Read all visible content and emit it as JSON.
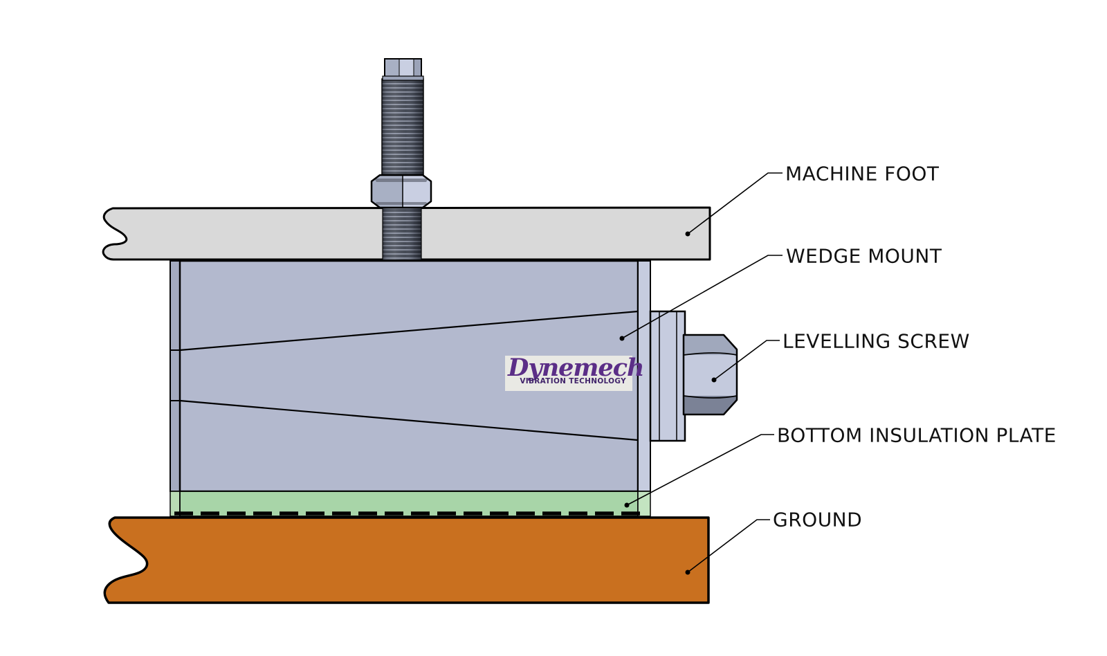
{
  "diagram": {
    "type": "technical-illustration",
    "subject": "wedge mount installation cross-section",
    "labels": {
      "machine_foot": "MACHINE FOOT",
      "wedge_mount": "WEDGE MOUNT",
      "levelling_screw": "LEVELLING SCREW",
      "bottom_insulation_plate": "BOTTOM INSULATION PLATE",
      "ground": "GROUND"
    },
    "logo": {
      "name": "Dynemech",
      "tagline": "VIBRATION TECHNOLOGY"
    },
    "colors": {
      "machine_foot": "#d9d9d9",
      "wedge_body": "#b3b9ce",
      "wedge_body_edge": "#a4abc0",
      "side_plate": "#c6ccdf",
      "bolt_light": "#c9cfe2",
      "bolt_facet_left": "#a8b0c4",
      "bolt_facet_right": "#9ba3b8",
      "hex_band_top": "#a0a8bc",
      "hex_band_mid": "#c4cadd",
      "hex_band_bottom": "#7b8296",
      "thread_dark": "#3e434e",
      "thread_light": "#848a9a",
      "insulation_green": "#a8d5a8",
      "insulation_green_edge": "#b9dcb4",
      "insulation_green_light": "#c3e4c1",
      "ground_orange": "#c9701f",
      "outline": "#000000",
      "label_text": "#111111",
      "logo_purple": "#5b2e87",
      "logo_tagline": "#42256b",
      "logo_background": "#e9e9e4"
    }
  }
}
